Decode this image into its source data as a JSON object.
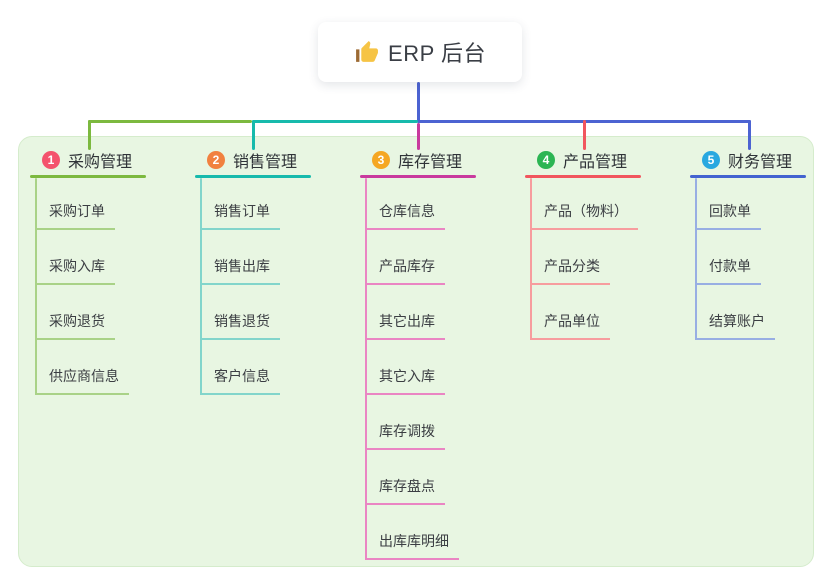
{
  "root": {
    "label": "ERP 后台",
    "icon": "thumbs-up-icon"
  },
  "colors": {
    "panel_background": "#e8f6e2",
    "root_line": "#4c63d2"
  },
  "branches": [
    {
      "num": "1",
      "title": "采购管理",
      "badge_color": "#f4536d",
      "line_color": "#7cb93f",
      "child_line_color": "#a9d287",
      "children": [
        "采购订单",
        "采购入库",
        "采购退货",
        "供应商信息"
      ]
    },
    {
      "num": "2",
      "title": "销售管理",
      "badge_color": "#f1813f",
      "line_color": "#17baac",
      "child_line_color": "#82d5cb",
      "children": [
        "销售订单",
        "销售出库",
        "销售退货",
        "客户信息"
      ]
    },
    {
      "num": "3",
      "title": "库存管理",
      "badge_color": "#f5a723",
      "line_color": "#c93a9e",
      "child_line_color": "#ea85c3",
      "children": [
        "仓库信息",
        "产品库存",
        "其它出库",
        "其它入库",
        "库存调拨",
        "库存盘点",
        "出库库明细"
      ]
    },
    {
      "num": "4",
      "title": "产品管理",
      "badge_color": "#2cb553",
      "line_color": "#f1565e",
      "child_line_color": "#f79d9e",
      "children": [
        "产品（物料）",
        "产品分类",
        "产品单位"
      ]
    },
    {
      "num": "5",
      "title": "财务管理",
      "badge_color": "#29a8e0",
      "line_color": "#4363d0",
      "child_line_color": "#98aee3",
      "children": [
        "回款单",
        "付款单",
        "结算账户"
      ]
    }
  ]
}
